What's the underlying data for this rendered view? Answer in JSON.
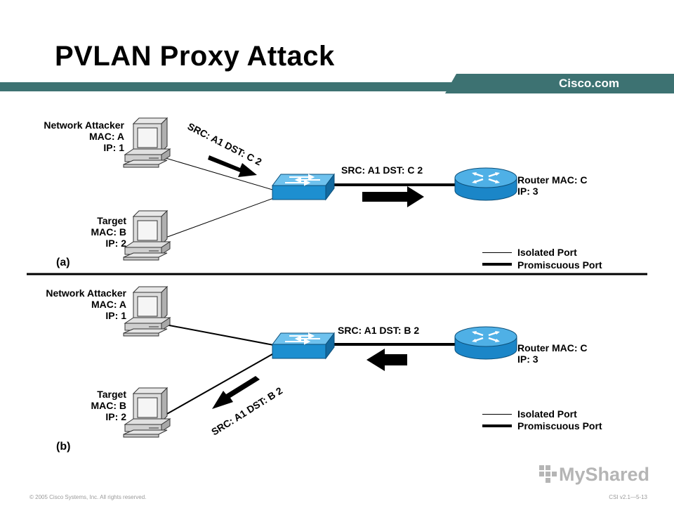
{
  "title": "PVLAN Proxy Attack",
  "brand": "Cisco.com",
  "watermark": "MyShared",
  "footer": {
    "copyright": "© 2005 Cisco Systems, Inc. All rights reserved.",
    "code": "CSI v2.1—5-13"
  },
  "panel_a": {
    "tag": "(a)",
    "attacker": {
      "name": "Network Attacker",
      "mac": "MAC: A",
      "ip": "IP: 1"
    },
    "target": {
      "name": "Target",
      "mac": "MAC: B",
      "ip": "IP: 2"
    },
    "router": {
      "mac": "Router MAC: C",
      "ip": "IP: 3"
    },
    "frame_in": "SRC: A1 DST: C 2",
    "frame_out": "SRC: A1 DST: C 2",
    "legend": {
      "isolated": "Isolated Port",
      "promiscuous": "Promiscuous Port"
    }
  },
  "panel_b": {
    "tag": "(b)",
    "attacker": {
      "name": "Network Attacker",
      "mac": "MAC: A",
      "ip": "IP: 1"
    },
    "target": {
      "name": "Target",
      "mac": "MAC: B",
      "ip": "IP: 2"
    },
    "router": {
      "mac": "Router MAC: C",
      "ip": "IP: 3"
    },
    "frame_in": "SRC: A1 DST: B 2",
    "frame_out": "SRC: A1 DST: B 2",
    "legend": {
      "isolated": "Isolated Port",
      "promiscuous": "Promiscuous Port"
    }
  },
  "colors": {
    "header_bar": "#3d7272",
    "switch_blue": "#1d8fd0",
    "router_blue": "#1b86c8"
  }
}
